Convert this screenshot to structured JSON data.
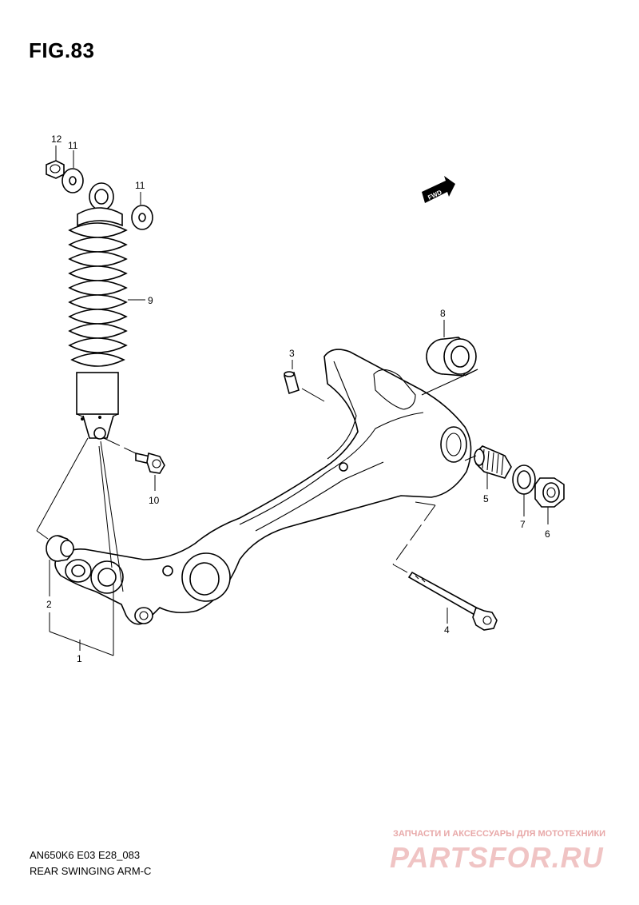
{
  "figure": {
    "title": "FIG.83"
  },
  "callouts": {
    "n1": "1",
    "n2": "2",
    "n3": "3",
    "n4": "4",
    "n5": "5",
    "n6": "6",
    "n7": "7",
    "n8": "8",
    "n9": "9",
    "n10": "10",
    "n11a": "11",
    "n11b": "11",
    "n12": "12"
  },
  "fwd_badge": "FWD",
  "footer": {
    "code": "AN650K6 E03 E28_083",
    "name": "REAR SWINGING ARM-C"
  },
  "watermark": {
    "text": "ЗАПЧАСТИ И АКСЕССУАРЫ ДЛЯ МОТОТЕХНИКИ",
    "logo": "PARTSFOR.RU"
  }
}
